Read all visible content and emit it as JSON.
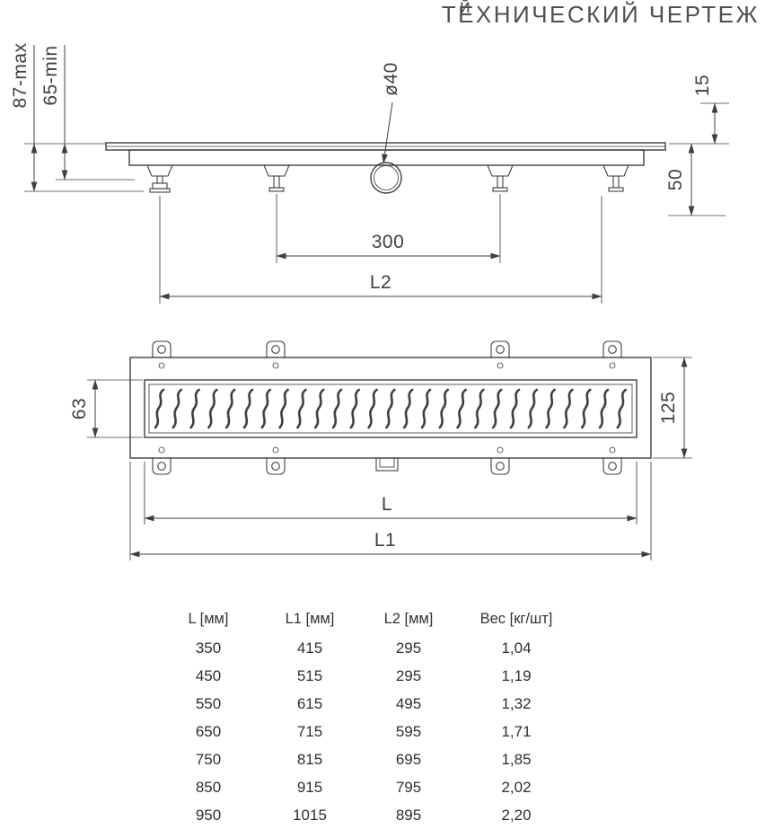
{
  "header": {
    "title": "ТЕХНИЧЕСКИЙ ЧЕРТЕЖ",
    "clipped_text_fragment": "й"
  },
  "side_view": {
    "dim_height_max": "87-max",
    "dim_height_min": "65-min",
    "dim_edge": "15",
    "dim_depth": "50",
    "dim_outlet_diameter": "ø40",
    "dim_outlet_spacing": "300",
    "dim_length_l2": "L2"
  },
  "top_view": {
    "dim_grate_width": "63",
    "dim_body_width": "125",
    "dim_length_l": "L",
    "dim_length_l1": "L1"
  },
  "table": {
    "headers": [
      "L [мм]",
      "L1 [мм]",
      "L2 [мм]",
      "Вес [кг/шт]"
    ],
    "rows": [
      [
        "350",
        "415",
        "295",
        "1,04"
      ],
      [
        "450",
        "515",
        "295",
        "1,19"
      ],
      [
        "550",
        "615",
        "495",
        "1,32"
      ],
      [
        "650",
        "715",
        "595",
        "1,71"
      ],
      [
        "750",
        "815",
        "695",
        "1,85"
      ],
      [
        "850",
        "915",
        "795",
        "2,02"
      ],
      [
        "950",
        "1015",
        "895",
        "2,20"
      ]
    ]
  },
  "colors": {
    "line": "#3f3f3f",
    "text": "#3f3f3f",
    "title": "#4f4f4f",
    "table_text": "#2f2f2f"
  }
}
